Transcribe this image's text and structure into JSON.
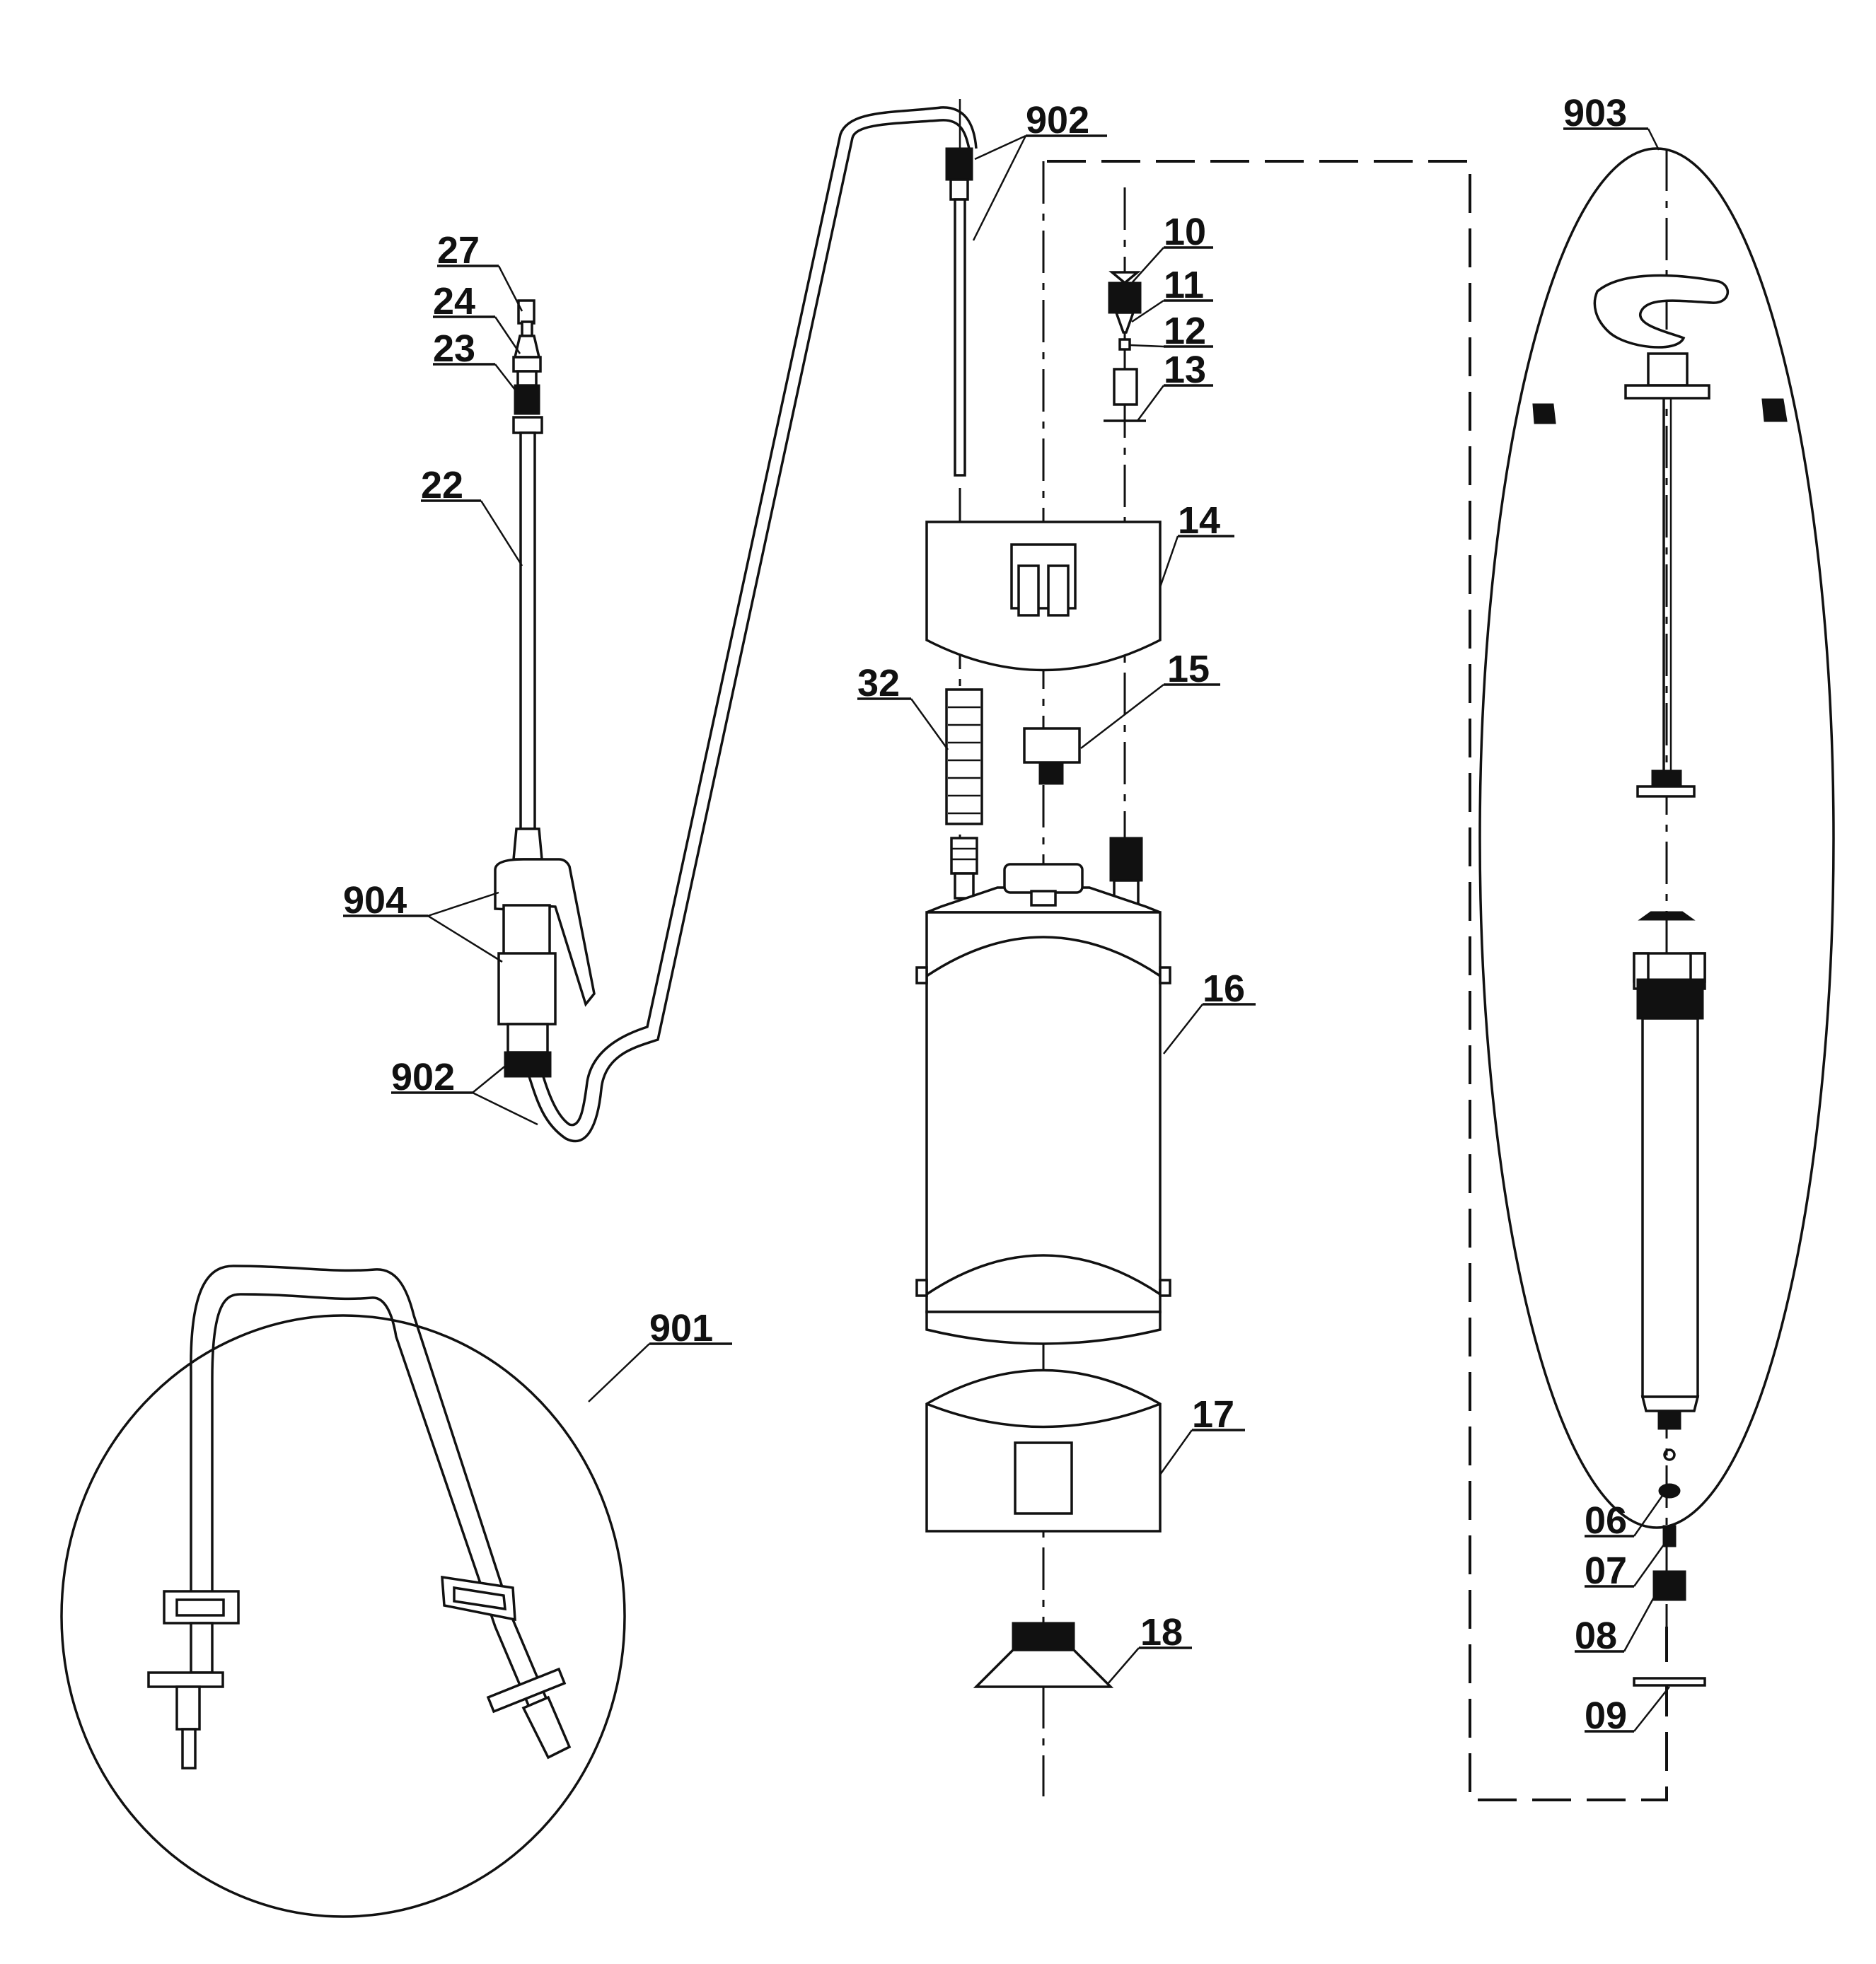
{
  "diagram": {
    "callouts": {
      "c902_top": "902",
      "c903": "903",
      "c10": "10",
      "c11": "11",
      "c12": "12",
      "c13": "13",
      "c27": "27",
      "c24": "24",
      "c23": "23",
      "c22": "22",
      "c14": "14",
      "c32": "32",
      "c15": "15",
      "c904": "904",
      "c16": "16",
      "c902_bottom": "902",
      "c901": "901",
      "c17": "17",
      "c06": "06",
      "c07": "07",
      "c08": "08",
      "c18": "18",
      "c09": "09"
    }
  }
}
